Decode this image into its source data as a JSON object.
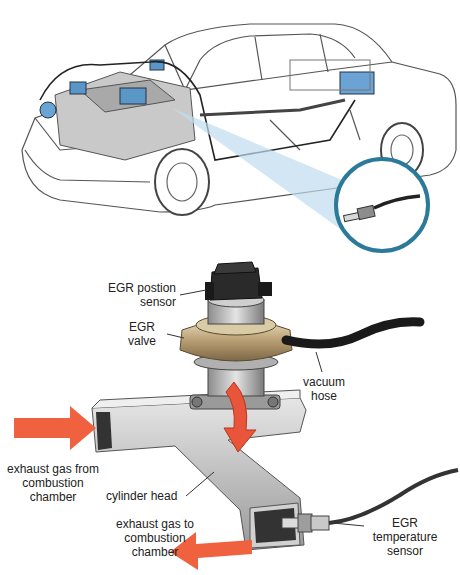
{
  "diagram": {
    "labels": [
      "EGR postion sensor",
      "EGR valve",
      "vacuum hose",
      "exhaust gas from combustion chamber",
      "cylinder head",
      "exhaust gas to combustion chamber",
      "EGR temperature sensor"
    ]
  }
}
